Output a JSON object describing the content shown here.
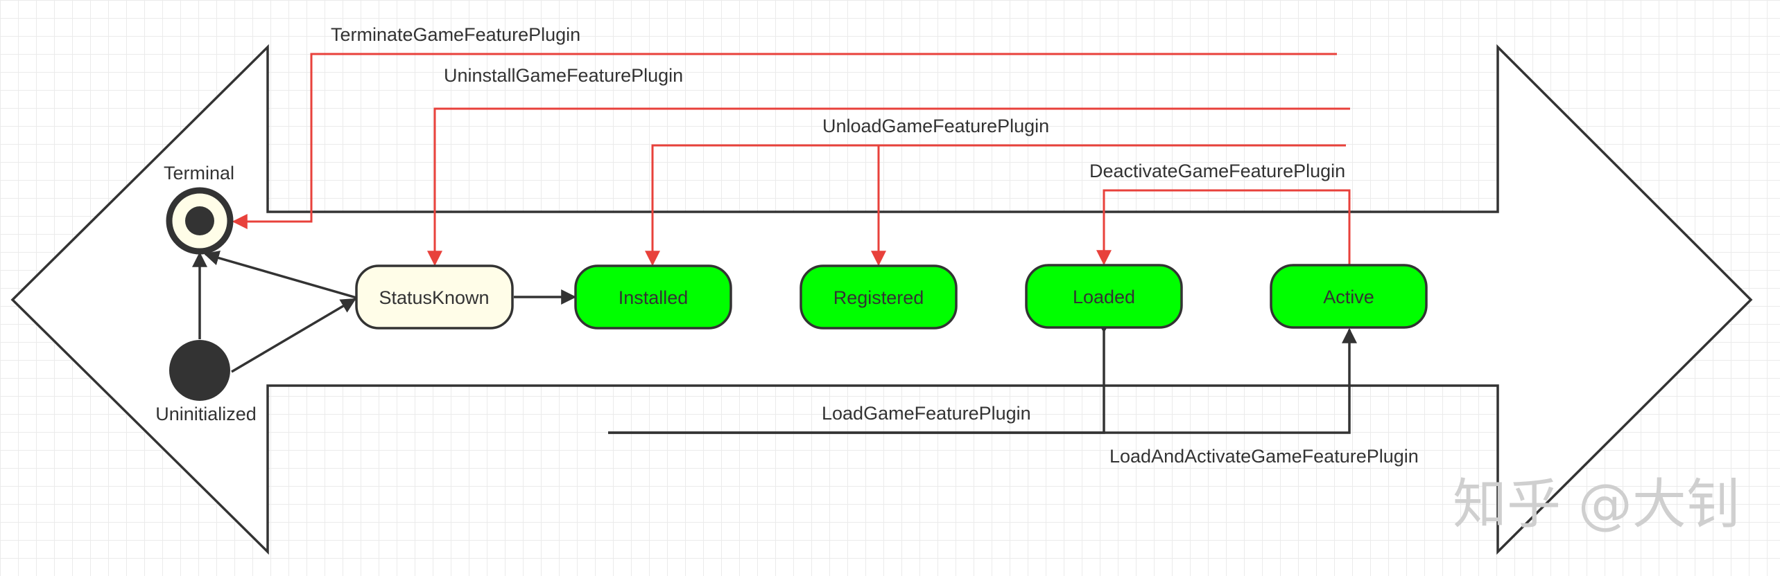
{
  "states": {
    "terminal": "Terminal",
    "uninitialized": "Uninitialized",
    "status_known": "StatusKnown",
    "installed": "Installed",
    "registered": "Registered",
    "loaded": "Loaded",
    "active": "Active"
  },
  "transitions": {
    "terminate": "TerminateGameFeaturePlugin",
    "uninstall": "UninstallGameFeaturePlugin",
    "unload": "UnloadGameFeaturePlugin",
    "deactivate": "DeactivateGameFeaturePlugin",
    "load": "LoadGameFeaturePlugin",
    "load_and_activate": "LoadAndActivateGameFeaturePlugin"
  },
  "watermark": "知乎 @大钊",
  "colors": {
    "state_green": "#00ff00",
    "status_known_fill": "#fffde8",
    "unload_arrow": "#e8413b",
    "load_arrow": "#333333"
  }
}
